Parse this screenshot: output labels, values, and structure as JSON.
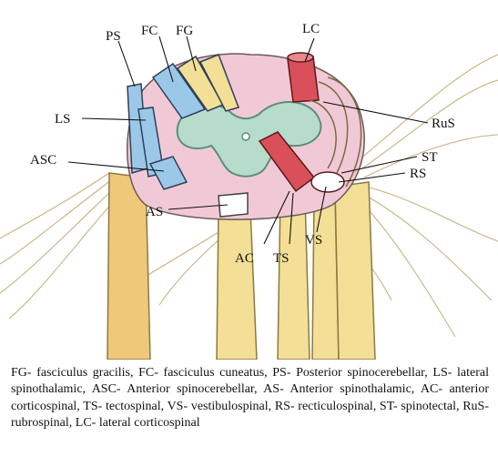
{
  "labels": {
    "ps": "PS",
    "fc": "FC",
    "fg": "FG",
    "lc": "LC",
    "ls": "LS",
    "rus": "RuS",
    "asc": "ASC",
    "st": "ST",
    "rs": "RS",
    "as": "AS",
    "vs": "VS",
    "ac": "AC",
    "ts": "TS"
  },
  "caption": "FG- fasciculus gracilis, FC- fasciculus cuneatus, PS- Posterior spinocerebellar, LS- lateral spinothalamic, ASC- Anterior spinocerebellar, AS- Anterior spinothalamic, AC- anterior corticospinal, TS- tectospinal, VS- vestibulospinal, RS- recticulospinal, ST- spinotectal, RuS- rubrospinal, LC- lateral corticospinal",
  "colors": {
    "ascending_tract": "#9cc8e8",
    "descending_tract": "#d9505a",
    "fiber_bundle": "#f3df95",
    "grey_matter": "#b8dccb",
    "white_matter": "#f1c9d6"
  }
}
